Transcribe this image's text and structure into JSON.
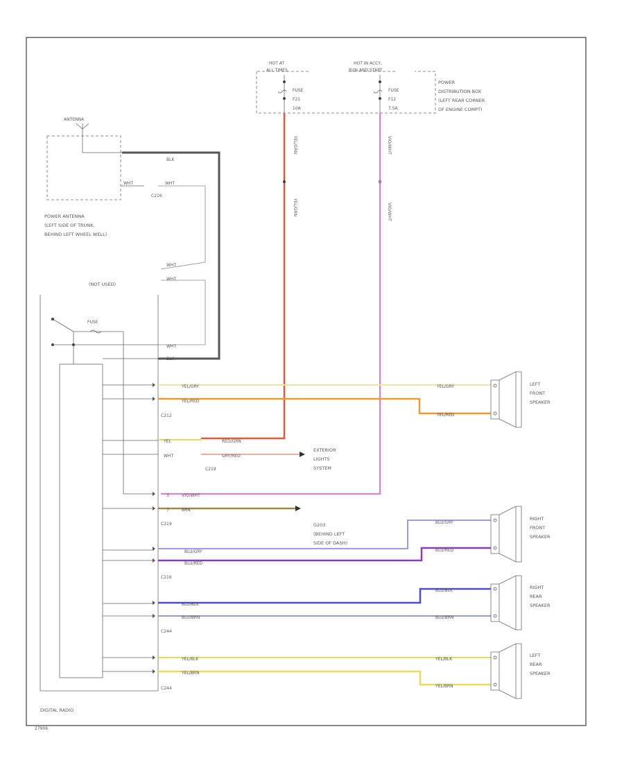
{
  "diagram": {
    "page_id": "27906",
    "radio_label": "DIGITAL RADIO",
    "antenna": {
      "label": "ANTENNA",
      "name": "POWER ANTENNA",
      "loc1": "(LEFT SIDE OF TRUNK,",
      "loc2": "BEHIND LEFT WHEEL WELL)",
      "wire_top": "BLK",
      "wire_bottom": "WHT",
      "connector": "C216"
    },
    "not_used": "(NOT USED)",
    "fuse_label": "FUSE",
    "pdb": {
      "hot_left": [
        "HOT AT",
        "ALL TIMES"
      ],
      "hot_right": [
        "HOT IN ACCY,",
        "RUN AND START"
      ],
      "fuse_left": [
        "FUSE",
        "F21",
        "10A"
      ],
      "fuse_right": [
        "FUSE",
        "F12",
        "7.5A"
      ],
      "name": [
        "POWER",
        "DISTRIBUTION BOX",
        "(LEFT REAR CORNER",
        "OF ENGINE COMPT)"
      ]
    },
    "wires": {
      "wht": "WHT",
      "blk": "BLK",
      "yel": "YEL",
      "red_vert": "YEL/GRN",
      "pink_vert": "VIO/WHT",
      "yel_gry": "YEL/GRY",
      "yel_red": "YEL/RED",
      "red_grn": "RED/GRN",
      "gry_red": "GRY/RED",
      "vio_wht": "VIO/WHT",
      "brn": "BRN",
      "blu_gry": "BLU/GRY",
      "blu_red": "BLU/RED",
      "blu_blk": "BLU/BLK",
      "blu_brn": "BLU/BRN",
      "yel_blk": "YEL/BLK",
      "yel_brn": "YEL/BRN"
    },
    "connectors": {
      "c212": "C212",
      "c219a": "C219",
      "c219b": "C219",
      "c216": "C216",
      "c244a": "C244",
      "c244b": "C244"
    },
    "pins": {
      "p3": "3",
      "p7": "7"
    },
    "ext_lights": [
      "EXTERIOR",
      "LIGHTS",
      "SYSTEM"
    ],
    "ground": [
      "G203",
      "(BEHIND LEFT",
      "SIDE OF DASH)"
    ],
    "speakers": {
      "lf": [
        "LEFT",
        "FRONT",
        "SPEAKER"
      ],
      "rf": [
        "RIGHT",
        "FRONT",
        "SPEAKER"
      ],
      "rr": [
        "RIGHT",
        "REAR",
        "SPEAKER"
      ],
      "lr": [
        "LEFT",
        "REAR",
        "SPEAKER"
      ]
    }
  },
  "colors": {
    "red": "#e05a3a",
    "orange": "#ee9a2e",
    "yellow": "#e6dc5a",
    "pale_yellow": "#efe7a0",
    "pink": "#ec74dc",
    "brown": "#a08a40",
    "light_blue": "#9a9af0",
    "purple": "#8a3ac8",
    "blue": "#4a4ad8",
    "dark": "#555555"
  }
}
